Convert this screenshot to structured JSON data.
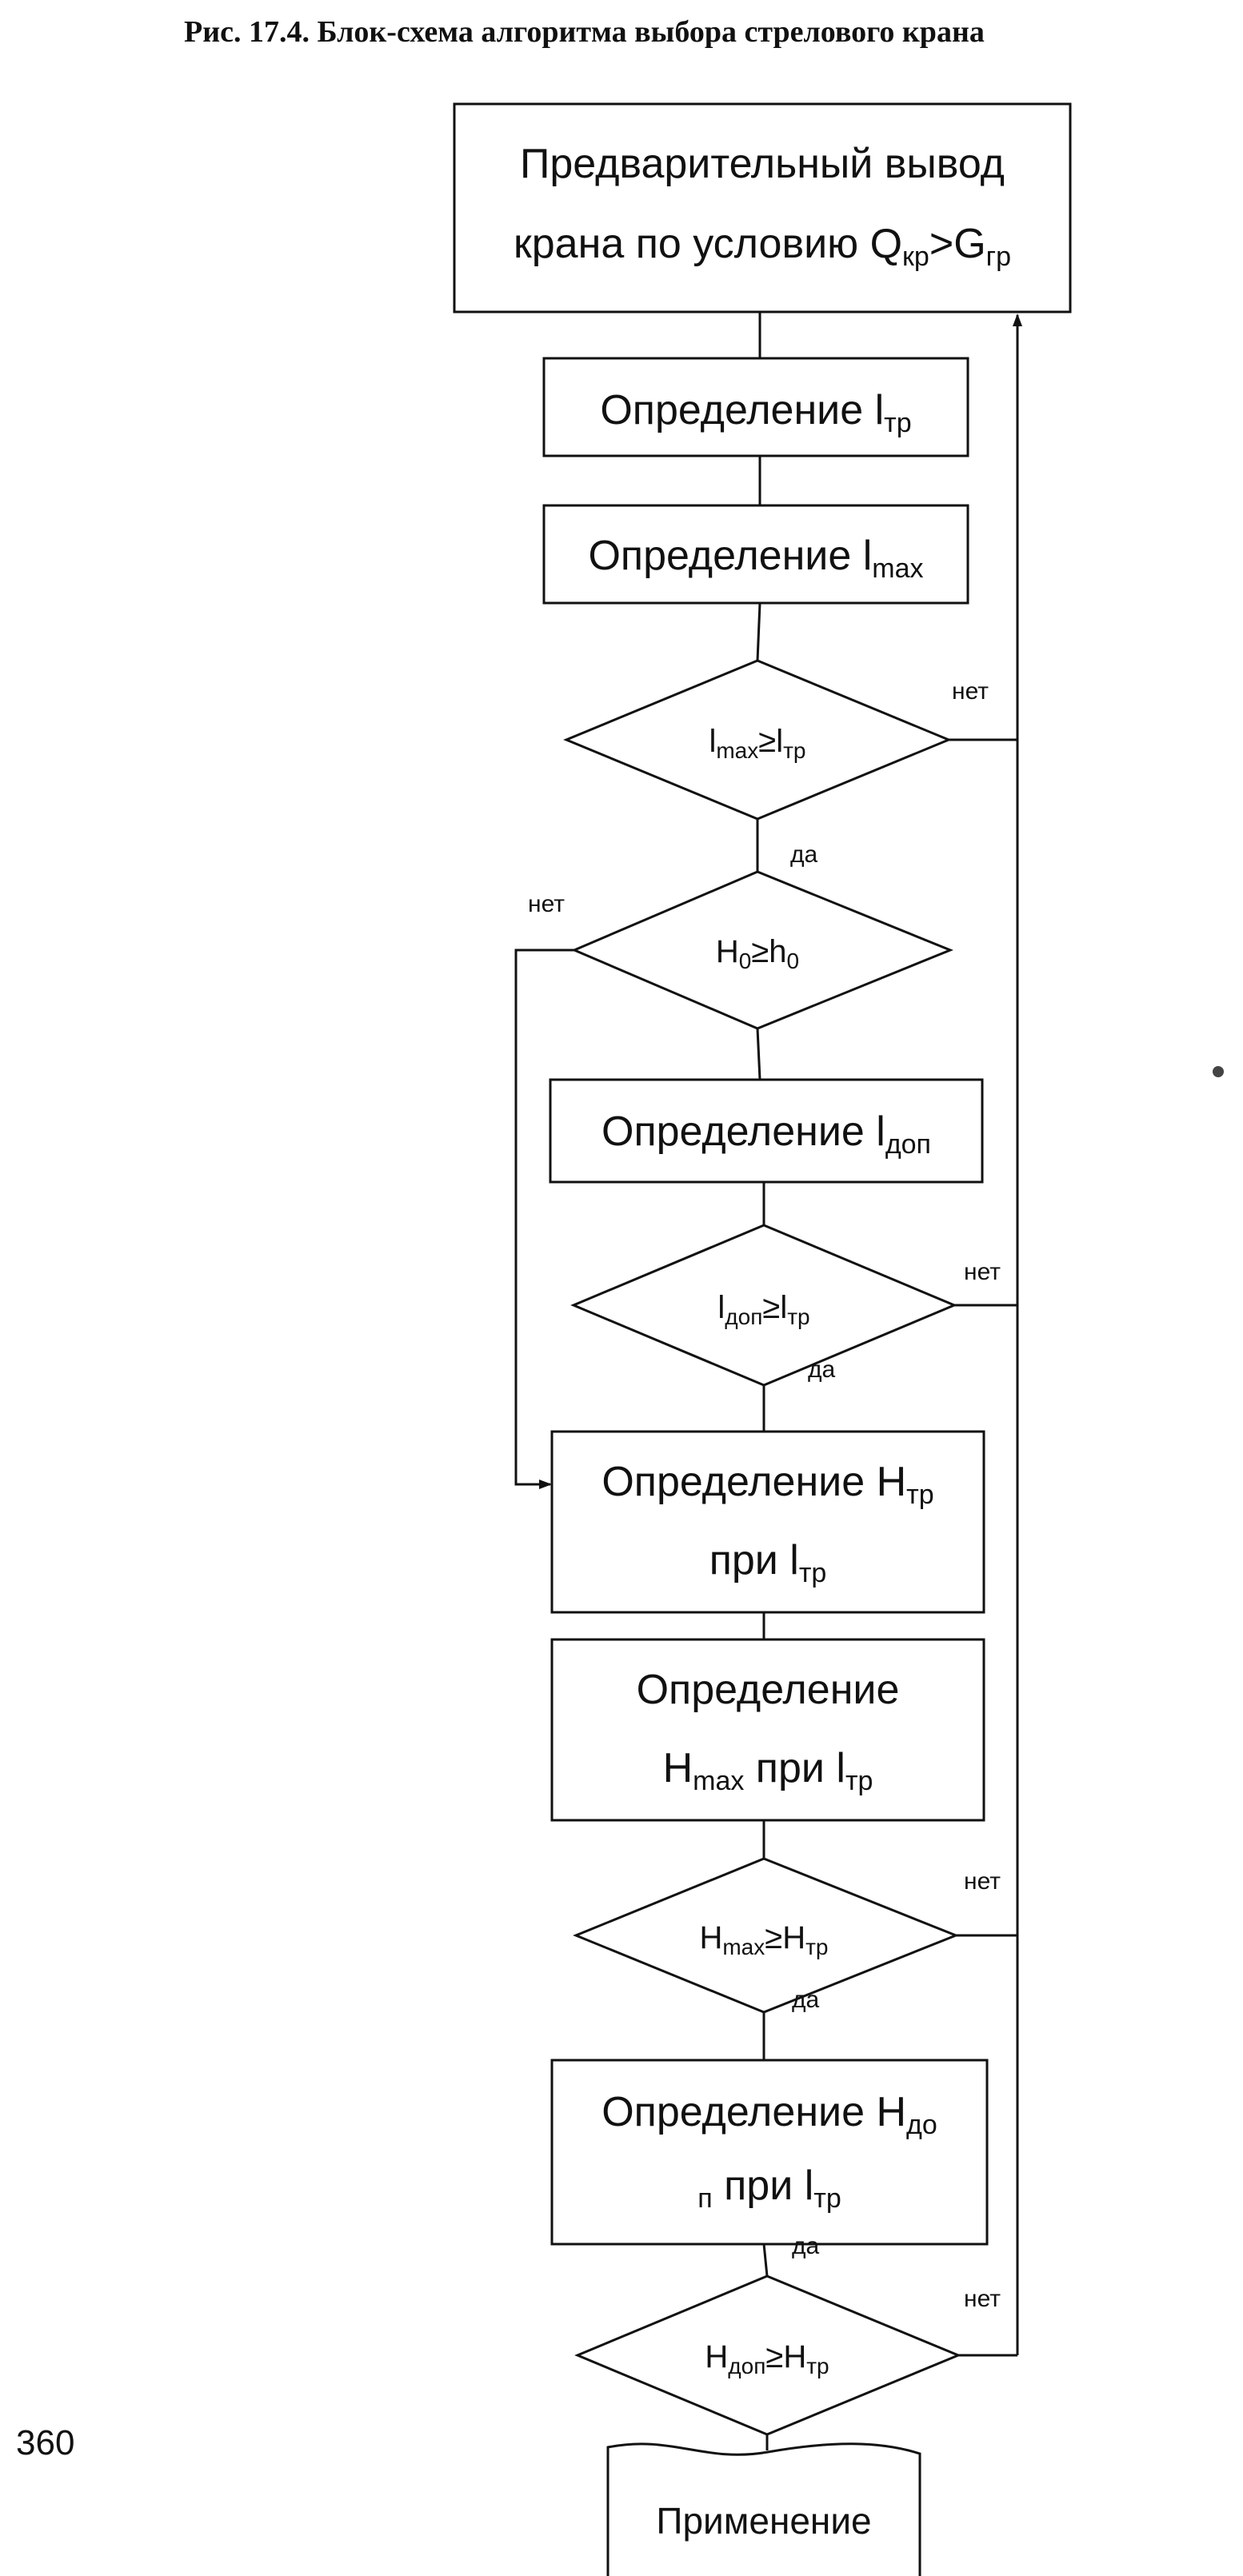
{
  "caption": "Рис. 17.4. Блок-схема алгоритма выбора стрелового крана",
  "page_number": "360",
  "labels": {
    "yes": "да",
    "no": "нет"
  },
  "nodes": {
    "start": {
      "line1": "Предварительный вывод",
      "line2_main": "крана по условию Q",
      "line2_sub1": "кр",
      "line2_mid": ">G",
      "line2_sub2": "гр"
    },
    "def_ltr": {
      "main": "Определение l",
      "sub": "тр"
    },
    "def_lmax": {
      "main": "Определение l",
      "sub": "max"
    },
    "cond1": {
      "a": "l",
      "a_sub": "max",
      "op": "≥",
      "b": "l",
      "b_sub": "тр"
    },
    "cond2": {
      "a": "H",
      "a_sub": "0",
      "op": "≥",
      "b": "h",
      "b_sub": "0"
    },
    "def_ldop": {
      "main": "Определение l",
      "sub": "доп"
    },
    "cond3": {
      "a": "l",
      "a_sub": "доп",
      "op": "≥",
      "b": "l",
      "b_sub": "тр"
    },
    "def_htr": {
      "line1_main": "Определение H",
      "line1_sub": "тр",
      "line2_main": "при l",
      "line2_sub": "тр"
    },
    "def_hmax": {
      "line1": "Определение",
      "line2_main": "H",
      "line2_sub": "max",
      "line2_mid": " при l",
      "line2_sub2": "тр"
    },
    "cond4": {
      "a": "H",
      "a_sub": "max",
      "op": "≥",
      "b": "H",
      "b_sub": "тр"
    },
    "def_hdop": {
      "line1_main": "Определение H",
      "line1_sub": "до",
      "line2_sub": "п",
      "line2_main": " при l",
      "line2_sub2": "тр"
    },
    "cond5": {
      "a": "H",
      "a_sub": "доп",
      "op": "≥",
      "b": "H",
      "b_sub": "тр"
    },
    "end": {
      "text": "Применение"
    }
  }
}
